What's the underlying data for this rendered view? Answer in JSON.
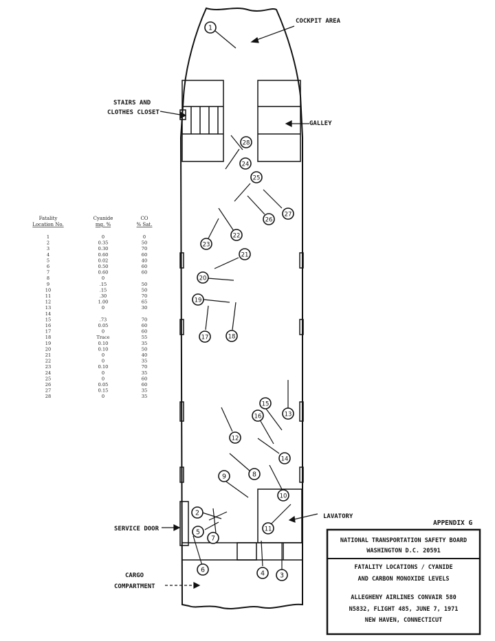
{
  "labels": {
    "cockpit": "COCKPIT AREA",
    "stairs_1": "STAIRS AND",
    "stairs_2": "CLOTHES CLOSET",
    "galley": "GALLEY",
    "lavatory": "LAVATORY",
    "service_door": "SERVICE DOOR",
    "cargo_1": "CARGO",
    "cargo_2": "COMPARTMENT",
    "appendix": "APPENDIX G"
  },
  "title_box": {
    "line1": "NATIONAL TRANSPORTATION SAFETY BOARD",
    "line2": "WASHINGTON D.C. 20591",
    "line3": "FATALITY LOCATIONS / CYANIDE",
    "line4": "AND CARBON MONOXIDE LEVELS",
    "line5": "ALLEGHENY AIRLINES CONVAIR 580",
    "line6": "N5832, FLIGHT 485, JUNE 7, 1971",
    "line7": "NEW HAVEN, CONNECTICUT"
  },
  "table": {
    "headers": {
      "loc_1": "Fatality",
      "loc_2": "Location No.",
      "cy_1": "Cyanide",
      "cy_2": "mg. %",
      "co_1": "CO",
      "co_2": "% Sat."
    },
    "rows": [
      [
        "1",
        "0",
        "0"
      ],
      [
        "2",
        "0.35",
        "50"
      ],
      [
        "3",
        "0.30",
        "70"
      ],
      [
        "4",
        "0.60",
        "60"
      ],
      [
        "5",
        "0.02",
        "40"
      ],
      [
        "6",
        "0.50",
        "60"
      ],
      [
        "7",
        "0.60",
        "60"
      ],
      [
        "8",
        "0",
        ""
      ],
      [
        "9",
        ".15",
        "50"
      ],
      [
        "10",
        ".15",
        "50"
      ],
      [
        "11",
        ".30",
        "70"
      ],
      [
        "12",
        "1.00",
        "65"
      ],
      [
        "13",
        "0",
        "30"
      ],
      [
        "14",
        "",
        ""
      ],
      [
        "15",
        ".73",
        "70"
      ],
      [
        "16",
        "0.05",
        "60"
      ],
      [
        "17",
        "0",
        "60"
      ],
      [
        "18",
        "Trace",
        "55"
      ],
      [
        "19",
        "0.10",
        "35"
      ],
      [
        "20",
        "0.10",
        "50"
      ],
      [
        "21",
        "0",
        "40"
      ],
      [
        "22",
        "0",
        "35"
      ],
      [
        "23",
        "0.10",
        "70"
      ],
      [
        "24",
        "0",
        "35"
      ],
      [
        "25",
        "0",
        "60"
      ],
      [
        "26",
        "0.05",
        "60"
      ],
      [
        "27",
        "0.15",
        "35"
      ],
      [
        "28",
        "0",
        "35"
      ]
    ]
  },
  "markers": [
    "1",
    "2",
    "3",
    "4",
    "5",
    "6",
    "7",
    "8",
    "9",
    "10",
    "11",
    "12",
    "13",
    "14",
    "15",
    "16",
    "17",
    "18",
    "19",
    "20",
    "21",
    "22",
    "23",
    "24",
    "25",
    "26",
    "27",
    "28"
  ]
}
